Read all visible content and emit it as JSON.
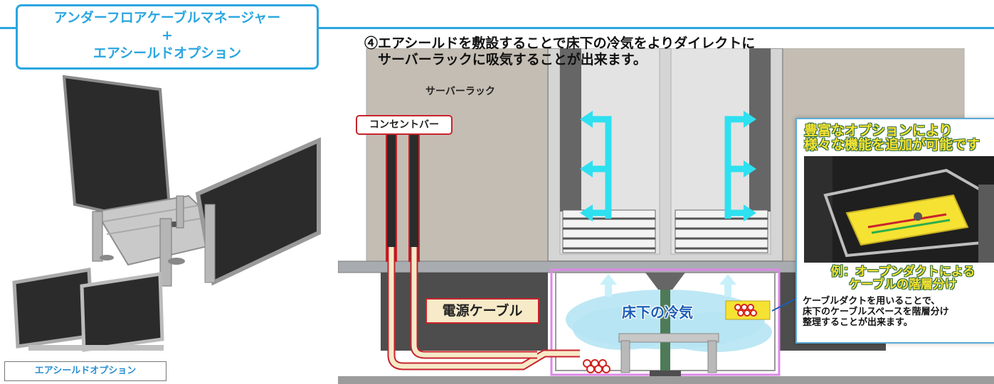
{
  "title": {
    "line1": "アンダーフロアケーブルマネージャー",
    "plus": "+",
    "line2": "エアシールドオプション"
  },
  "sub_label": "エアシールドオプション",
  "heading": {
    "line1": "④エアシールドを敷設することで床下の冷気をよりダイレクトに",
    "line2": "　サーバーラックに吸気することが出来ます。"
  },
  "rack_label": "サーバーラック",
  "outlet_label": "コンセントバー",
  "cable_label": "電源ケーブル",
  "cold_air_label": "床下の冷気",
  "option_panel": {
    "title_line1": "豊富なオプションにより",
    "title_line2": "様々な機能を追加が可能です",
    "example_line1": "例：オープンダクトによる",
    "example_line2": "ケーブルの階層分け",
    "desc_line1": "ケーブルダクトを用いることで、",
    "desc_line2": "床下のケーブルスペースを階層分け",
    "desc_line3": "整理することが出来ます。"
  },
  "colors": {
    "accent": "#2aa6e0",
    "cable_red": "#c8232c",
    "cable_fill": "#f6eac8",
    "airflow_cyan": "#2ee0f0",
    "highlight_yellow": "#f6e233",
    "panel_dark": "#2b2b2b"
  }
}
